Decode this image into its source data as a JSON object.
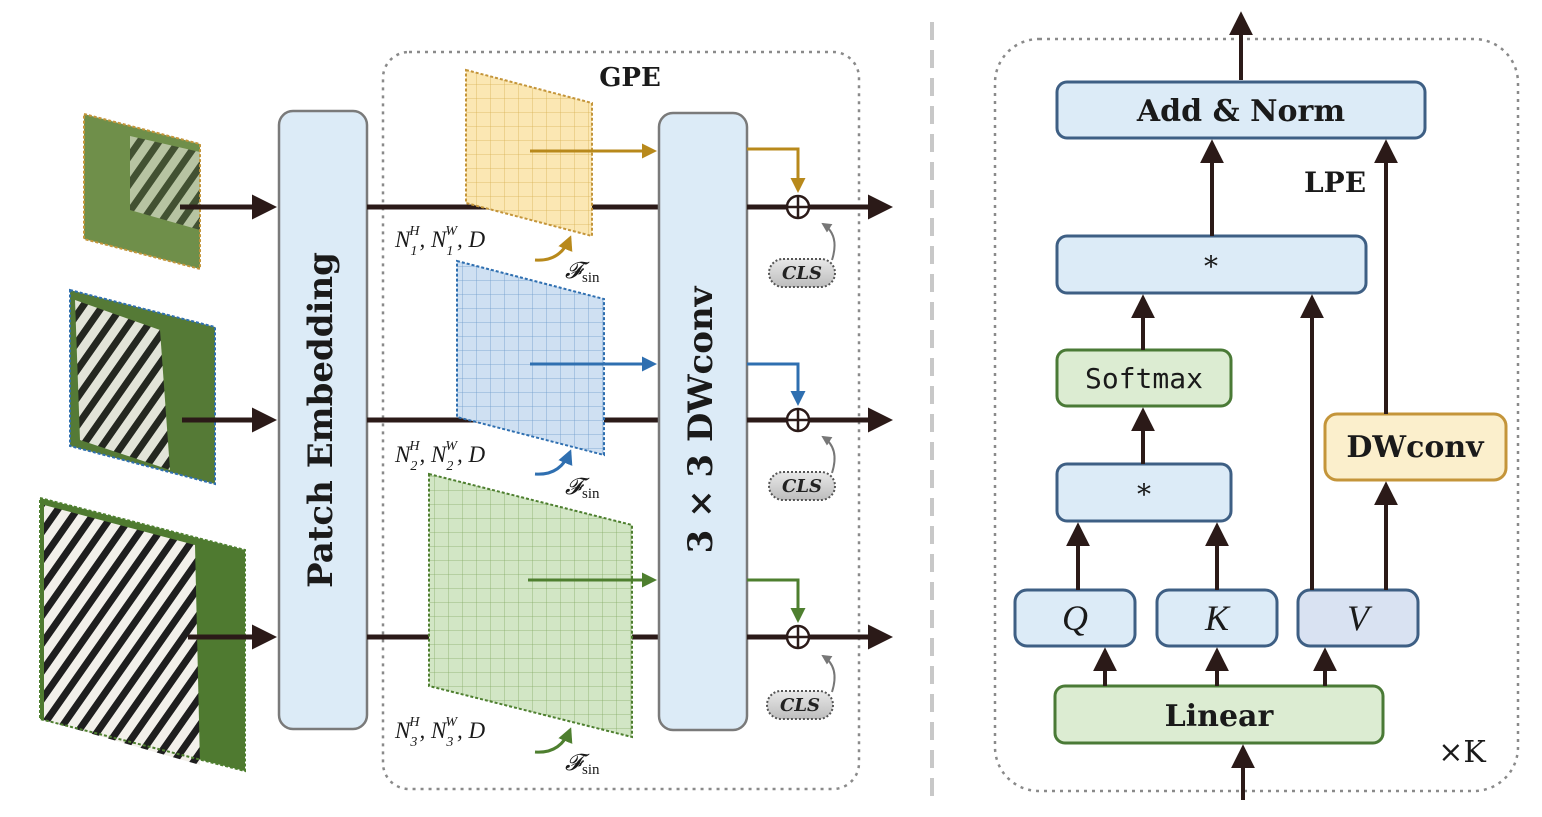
{
  "left": {
    "gpe_label": "GPE",
    "patch_embedding_label": "Patch Embedding",
    "dwconv_label": "3 × 3 DWconv",
    "cls_label": "CLS",
    "branches": [
      {
        "dims": "N₁ᴴ, N₁ᵂ, D",
        "fsin": "𝓕sin",
        "color": "#b8891b"
      },
      {
        "dims": "N₂ᴴ, N₂ᵂ, D",
        "fsin": "𝓕sin",
        "color": "#2f6fb0"
      },
      {
        "dims": "N₃ᴴ, N₃ᵂ, D",
        "fsin": "𝓕sin",
        "color": "#4e7f2f"
      }
    ]
  },
  "right": {
    "add_norm_label": "Add & Norm",
    "lpe_label": "LPE",
    "mult_top_label": "*",
    "softmax_label": "Softmax",
    "mult_bottom_label": "*",
    "dwconv_label": "DWconv",
    "q_label": "Q",
    "k_label": "K",
    "v_label": "V",
    "linear_label": "Linear",
    "repeat_label": "×K"
  },
  "colors": {
    "blue_fill": "#dcebf7",
    "blue_stroke": "#3e5f84",
    "green_fill": "#dcecd2",
    "green_stroke": "#4a7a36",
    "yellow_fill": "#fbefcc",
    "yellow_stroke": "#c4953a",
    "arrow": "#2b1a18",
    "cls_fill": "#cfcfcf"
  }
}
